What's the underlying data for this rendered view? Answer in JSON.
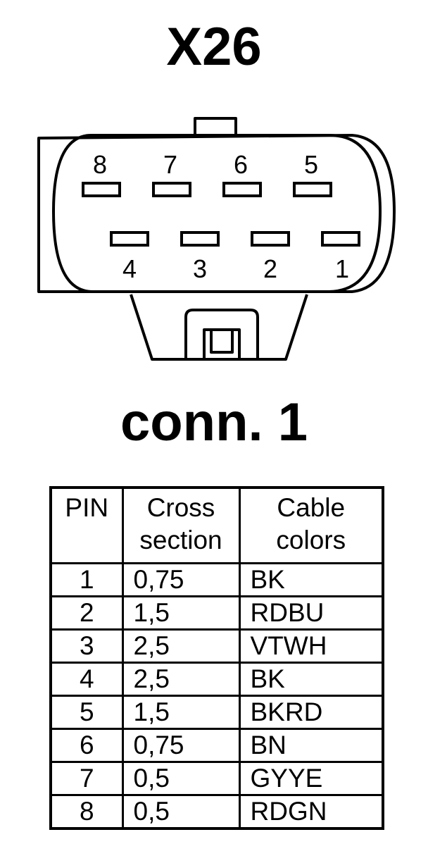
{
  "title": "X26",
  "subtitle": "conn. 1",
  "connector_pins_top": [
    "8",
    "7",
    "6",
    "5"
  ],
  "connector_pins_bottom": [
    "4",
    "3",
    "2",
    "1"
  ],
  "table": {
    "headers": {
      "pin": "PIN",
      "cross_line1": "Cross",
      "cross_line2": "section",
      "cable_line1": "Cable",
      "cable_line2": "colors"
    },
    "rows": [
      {
        "pin": "1",
        "cross_section": "0,75",
        "cable_colors": "BK"
      },
      {
        "pin": "2",
        "cross_section": "1,5",
        "cable_colors": "RDBU"
      },
      {
        "pin": "3",
        "cross_section": "2,5",
        "cable_colors": "VTWH"
      },
      {
        "pin": "4",
        "cross_section": "2,5",
        "cable_colors": "BK"
      },
      {
        "pin": "5",
        "cross_section": "1,5",
        "cable_colors": "BKRD"
      },
      {
        "pin": "6",
        "cross_section": "0,75",
        "cable_colors": "BN"
      },
      {
        "pin": "7",
        "cross_section": "0,5",
        "cable_colors": "GYYE"
      },
      {
        "pin": "8",
        "cross_section": "0,5",
        "cable_colors": "RDGN"
      }
    ]
  }
}
